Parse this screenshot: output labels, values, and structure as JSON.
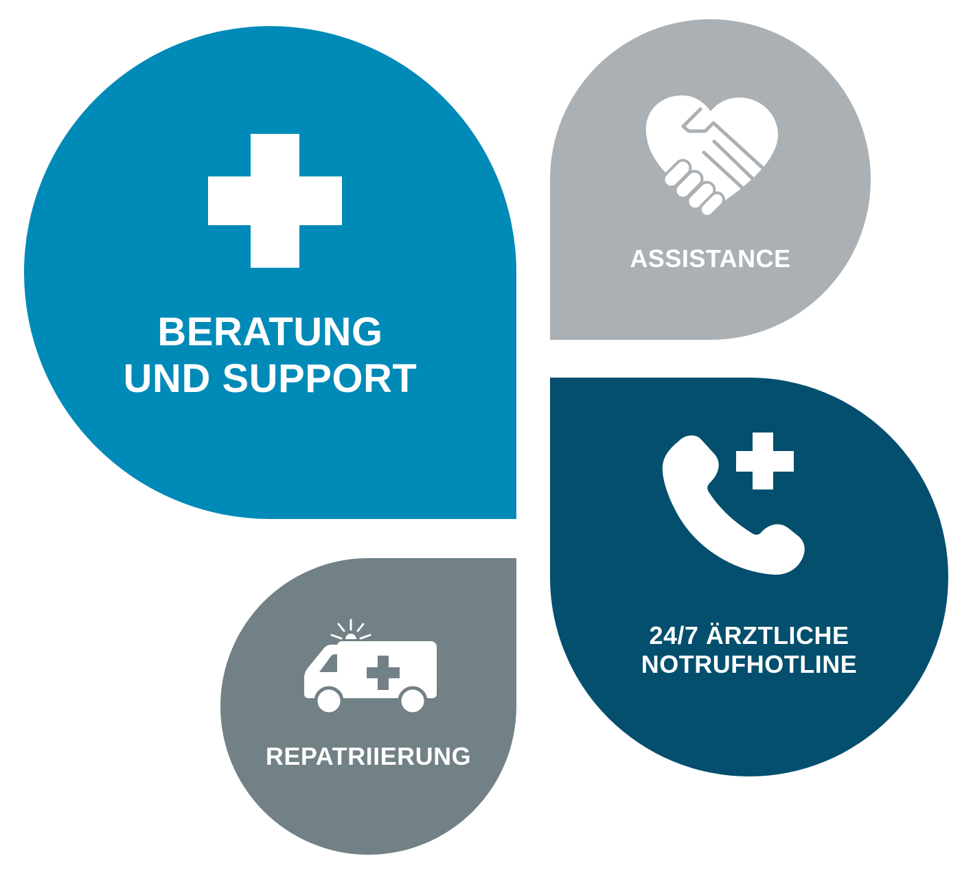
{
  "infographic": {
    "items": [
      {
        "id": "beratung",
        "label_lines": [
          "BERATUNG",
          "UND SUPPORT"
        ],
        "icon": "medical-cross-icon",
        "color": "#008ab8"
      },
      {
        "id": "assistance",
        "label_lines": [
          "ASSISTANCE"
        ],
        "icon": "heart-handshake-icon",
        "color": "#abb0b4"
      },
      {
        "id": "hotline",
        "label_lines": [
          "24/7 ÄRZTLICHE",
          "NOTRUFHOTLINE"
        ],
        "icon": "phone-medical-icon",
        "color": "#034f6d"
      },
      {
        "id": "repatriierung",
        "label_lines": [
          "REPATRIIERUNG"
        ],
        "icon": "ambulance-icon",
        "color": "#718186"
      }
    ]
  }
}
